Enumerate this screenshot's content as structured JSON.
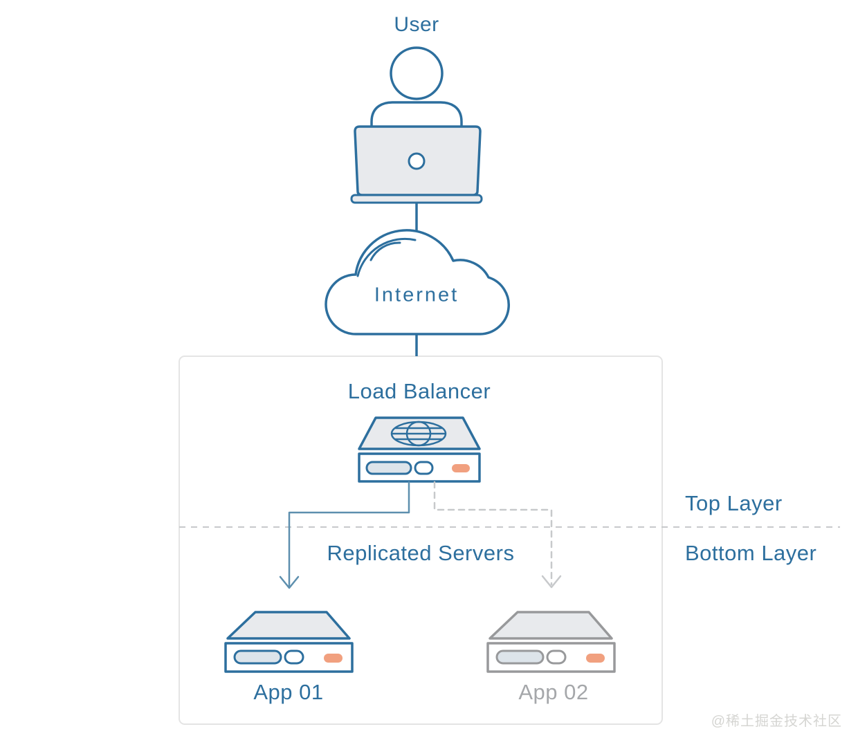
{
  "labels": {
    "user": "User",
    "internet": "Internet",
    "load_balancer": "Load Balancer",
    "replicated_servers": "Replicated Servers",
    "top_layer": "Top Layer",
    "bottom_layer": "Bottom Layer",
    "app_01": "App 01",
    "app_02": "App 02"
  },
  "watermark": "@稀土掘金技术社区",
  "icons": {
    "user": "person-at-laptop-icon",
    "internet": "cloud-icon",
    "load_balancer": "server-with-globe-icon",
    "app_01": "server-icon",
    "app_02": "server-icon-dimmed",
    "solid_arrow": "arrow-down-icon",
    "dashed_arrow": "arrow-down-dashed-icon"
  },
  "colors": {
    "primary_blue": "#2d6f9e",
    "steel_blue": "#5d8fae",
    "gray_stroke": "#98999b",
    "gray_text": "#a5a7aa",
    "dash_gray": "#c7c9cb",
    "light_fill": "#e8eaed",
    "pill_fill": "#dde4ea",
    "orange": "#f1a07f",
    "container_border": "#e4e4e4",
    "watermark_gray": "#d5d5d2"
  }
}
